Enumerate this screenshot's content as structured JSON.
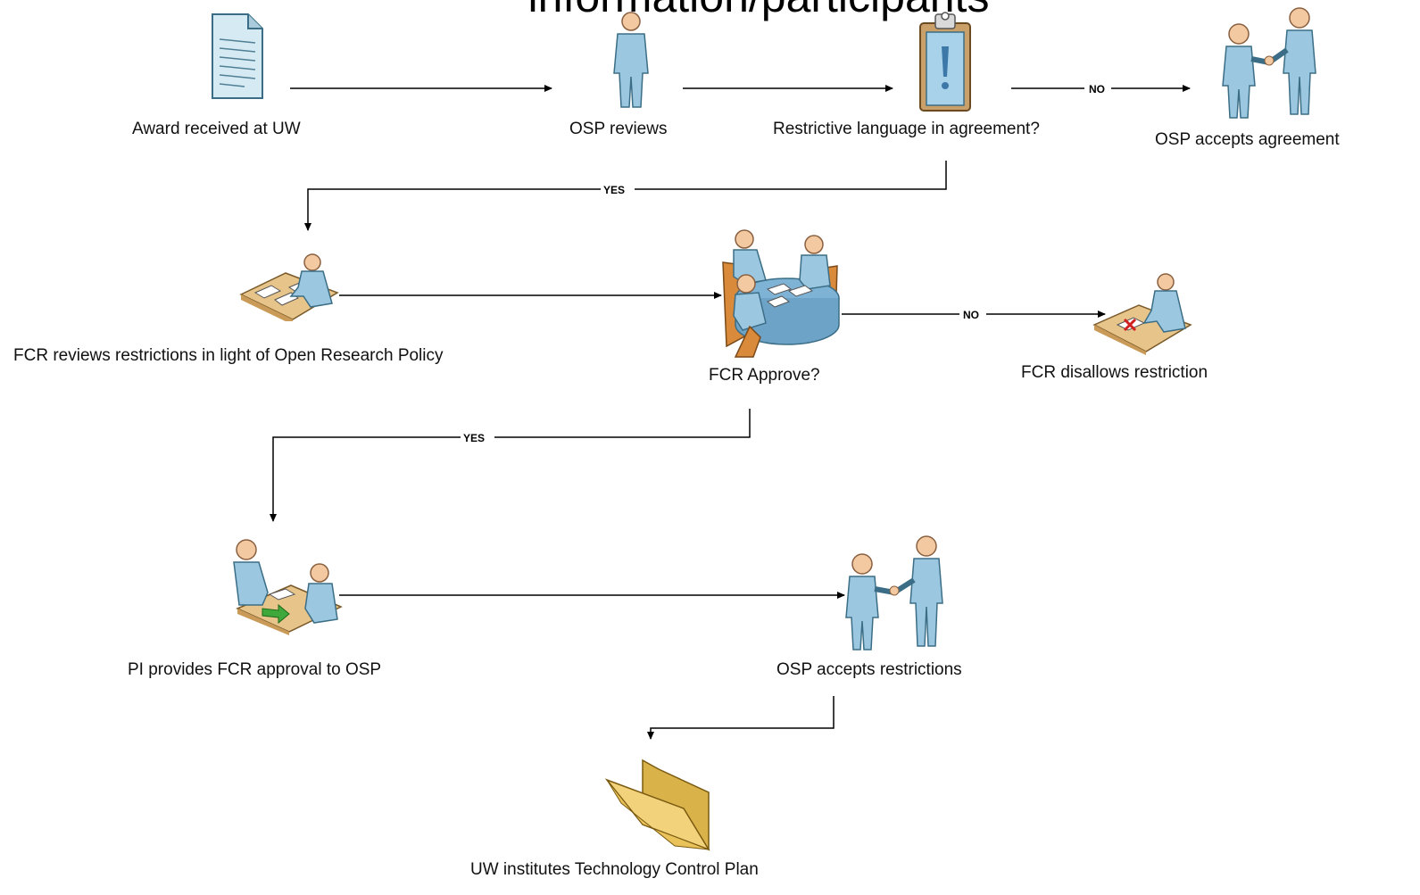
{
  "title": "information/participants",
  "nodes": {
    "award": {
      "label": "Award received at UW",
      "icon": "document-icon"
    },
    "osp_reviews": {
      "label": "OSP reviews",
      "icon": "person-icon"
    },
    "restrictive": {
      "label": "Restrictive language in agreement?",
      "icon": "clipboard-icon"
    },
    "osp_accepts_agreement": {
      "label": "OSP accepts agreement",
      "icon": "handshake-icon"
    },
    "fcr_reviews": {
      "label": "FCR reviews restrictions in light of Open Research Policy",
      "icon": "person-at-desk-icon"
    },
    "fcr_approve": {
      "label": "FCR Approve?",
      "icon": "meeting-table-icon"
    },
    "fcr_disallows": {
      "label": "FCR disallows restriction",
      "icon": "person-at-desk-icon"
    },
    "pi_provides": {
      "label": "PI provides FCR approval to OSP",
      "icon": "two-people-desk-icon"
    },
    "osp_accepts_restrictions": {
      "label": "OSP accepts restrictions",
      "icon": "handshake-icon"
    },
    "tcp": {
      "label": "UW institutes Technology Control Plan",
      "icon": "folder-icon"
    }
  },
  "edges": {
    "restrictive_no": "NO",
    "restrictive_yes": "YES",
    "approve_no": "NO",
    "approve_yes": "YES"
  }
}
